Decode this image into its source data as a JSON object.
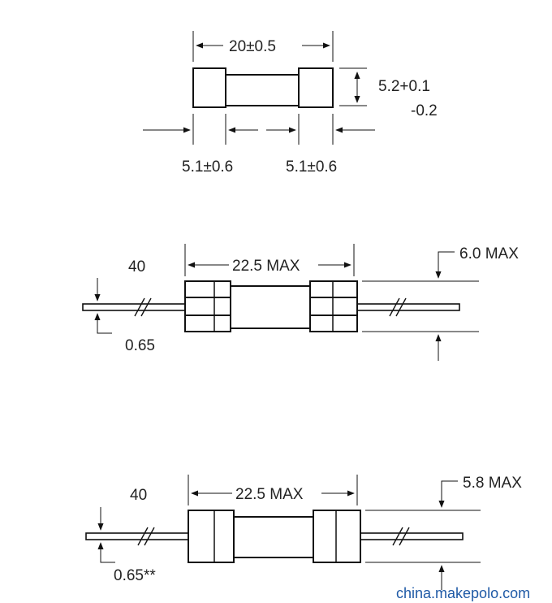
{
  "diagram_1": {
    "length_dim": "20±0.5",
    "diameter_dim_line1": "5.2+0.1",
    "diameter_dim_line2": "-0.2",
    "cap_left_dim": "5.1±0.6",
    "cap_right_dim": "5.1±0.6"
  },
  "diagram_2": {
    "lead_length": "40",
    "body_length_dim": "22.5 MAX",
    "diameter_dim": "6.0 MAX",
    "lead_diameter_dim": "0.65"
  },
  "diagram_3": {
    "lead_length": "40",
    "body_length_dim": "22.5 MAX",
    "diameter_dim": "5.8 MAX",
    "lead_diameter_dim": "0.65**"
  },
  "watermark": "china.makepolo.com"
}
